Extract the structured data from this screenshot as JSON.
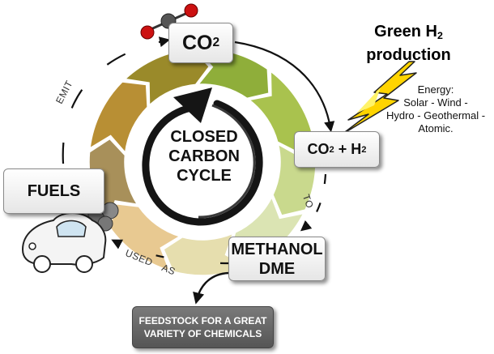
{
  "heading": {
    "line1": "Green H",
    "sub": "2",
    "line2": "production"
  },
  "energy": {
    "title": "Energy:",
    "line1": "Solar - Wind -",
    "line2": "Hydro - Geothermal -",
    "line3": "Atomic."
  },
  "centre": {
    "line1": "CLOSED",
    "line2": "CARBON",
    "line3": "CYCLE"
  },
  "boxes": {
    "co2": {
      "main": "CO",
      "sub": "2"
    },
    "co2h2": {
      "a": "CO",
      "a_sub": "2",
      "plus": " + H",
      "b_sub": "2"
    },
    "fuels": "FUELS",
    "methanol": {
      "line1": "METHANOL",
      "line2": "DME"
    },
    "feedstock": {
      "line1": "FEEDSTOCK FOR A GREAT",
      "line2": "VARIETY OF CHEMICALS"
    }
  },
  "labels": {
    "emit": "EMIT",
    "to": "TO",
    "used_as": "USED AS"
  },
  "colors": {
    "segments": [
      "#8fae3a",
      "#a9c24e",
      "#c9d98d",
      "#dbe4b3",
      "#e6deae",
      "#e8c991",
      "#a8905a",
      "#b88f34",
      "#9a8a2a"
    ],
    "lightning": "#ffd400",
    "molecule_red": "#cc1111",
    "molecule_grey": "#555555"
  },
  "icons": {
    "molecule": "co2-molecule-icon",
    "lightning": "lightning-bolt-icon",
    "car": "car-icon",
    "cycle": "circular-arrow-icon"
  }
}
